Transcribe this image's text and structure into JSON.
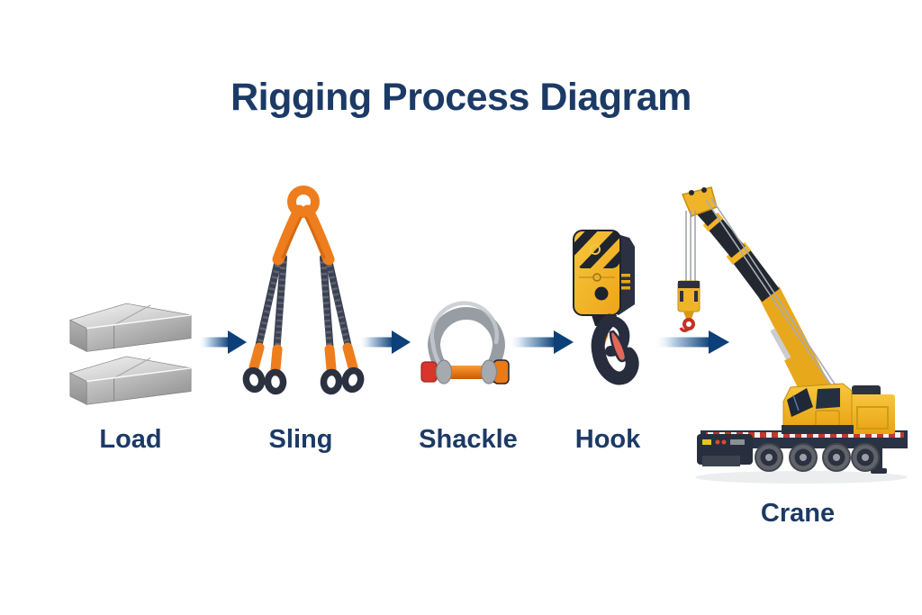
{
  "title": "Rigging Process Diagram",
  "steps": [
    {
      "label": "Load",
      "icon": "load-blocks"
    },
    {
      "label": "Sling",
      "icon": "four-leg-wire-rope-sling"
    },
    {
      "label": "Shackle",
      "icon": "bow-shackle"
    },
    {
      "label": "Hook",
      "icon": "crane-hook-block"
    },
    {
      "label": "Crane",
      "icon": "mobile-crane"
    }
  ],
  "flow": {
    "direction": "left-to-right",
    "arrow_count": 4,
    "arrow_style": "gradient-fade-tail"
  },
  "colors": {
    "background": "#ffffff",
    "text_navy": "#1c3a66",
    "arrow_blue": "#0d4078",
    "rigging_orange": "#ee7d1d",
    "crane_yellow": "#f0b429",
    "steel_gray": "#a0a4aa",
    "rope_dark": "#3b4150",
    "pin_red": "#d8352c"
  }
}
